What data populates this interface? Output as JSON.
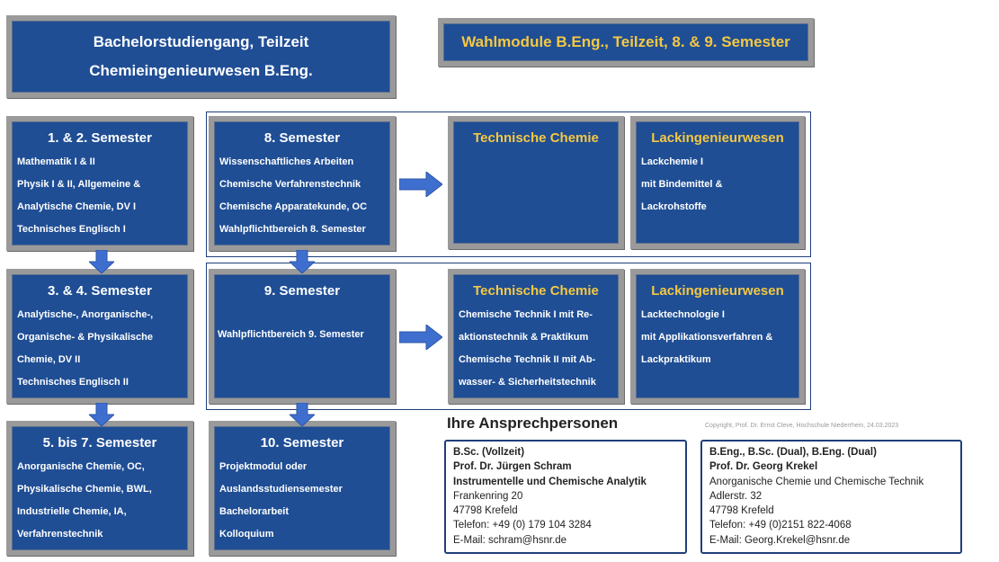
{
  "header": {
    "line1": "Bachelorstudiengang, Teilzeit",
    "line2": "Chemieingenieurwesen B.Eng.",
    "elective_title": "Wahlmodule B.Eng., Teilzeit, 8. & 9. Semester"
  },
  "semesters": {
    "s12": {
      "title": "1. & 2. Semester",
      "lines": [
        "Mathematik I & II",
        "Physik I & II, Allgemeine &",
        "Analytische Chemie, DV I",
        "Technisches Englisch I"
      ]
    },
    "s34": {
      "title": "3. & 4. Semester",
      "lines": [
        "Analytische-, Anorganische-,",
        "Organische- & Physikalische",
        "Chemie, DV II",
        "Technisches Englisch II"
      ]
    },
    "s57": {
      "title": "5. bis 7. Semester",
      "lines": [
        "Anorganische Chemie, OC,",
        "Physikalische Chemie, BWL,",
        "Industrielle Chemie, IA,",
        "Verfahrenstechnik"
      ]
    },
    "s8": {
      "title": "8. Semester",
      "lines": [
        "Wissenschaftliches Arbeiten",
        "Chemische Verfahrenstechnik",
        "Chemische Apparatekunde, OC",
        "Wahlpflichtbereich 8. Semester"
      ]
    },
    "s9": {
      "title": "9. Semester",
      "lines": [
        "Wahlpflichtbereich 9. Semester"
      ]
    },
    "s10": {
      "title": "10. Semester",
      "lines": [
        "Projektmodul oder",
        "Auslandsstudiensemester",
        "Bachelorarbeit",
        "Kolloquium"
      ]
    }
  },
  "electives": {
    "tc8": {
      "title": "Technische Chemie",
      "lines": []
    },
    "lack8": {
      "title": "Lackingenieurwesen",
      "lines": [
        "Lackchemie I",
        "mit Bindemittel &",
        "Lackrohstoffe"
      ]
    },
    "tc9": {
      "title": "Technische Chemie",
      "lines": [
        "Chemische Technik I mit Re-",
        "aktionstechnik & Praktikum",
        "Chemische Technik II mit Ab-",
        "wasser- & Sicherheitstechnik"
      ]
    },
    "lack9": {
      "title": "Lackingenieurwesen",
      "lines": [
        "Lacktechnologie I",
        "mit Applikationsverfahren &",
        "Lackpraktikum"
      ]
    }
  },
  "contacts": {
    "heading": "Ihre Ansprechpersonen",
    "copyright": "Copyright, Prof. Dr. Ernst Cleve, Hochschule Niederrhein, 24.03.2023",
    "left": {
      "program": "B.Sc. (Vollzeit)",
      "name": "Prof. Dr. Jürgen Schram",
      "dept": "Instrumentelle und Chemische Analytik",
      "street": "Frankenring 20",
      "city": "47798 Krefeld",
      "phone": "Telefon: +49 (0) 179 104 3284",
      "email": "E-Mail:  schram@hsnr.de"
    },
    "right": {
      "program": "B.Eng., B.Sc. (Dual), B.Eng. (Dual)",
      "name": "Prof. Dr. Georg Krekel",
      "dept": "Anorganische Chemie und Chemische Technik",
      "street": "Adlerstr. 32",
      "city": "47798 Krefeld",
      "phone": "Telefon: +49 (0)2151 822-4068",
      "email": "E-Mail:  Georg.Krekel@hsnr.de"
    }
  },
  "colors": {
    "box_fill": "#1f4e95",
    "box_border": "#9a9a9a",
    "accent_gold": "#f5c842",
    "arrow": "#3f6fce"
  }
}
